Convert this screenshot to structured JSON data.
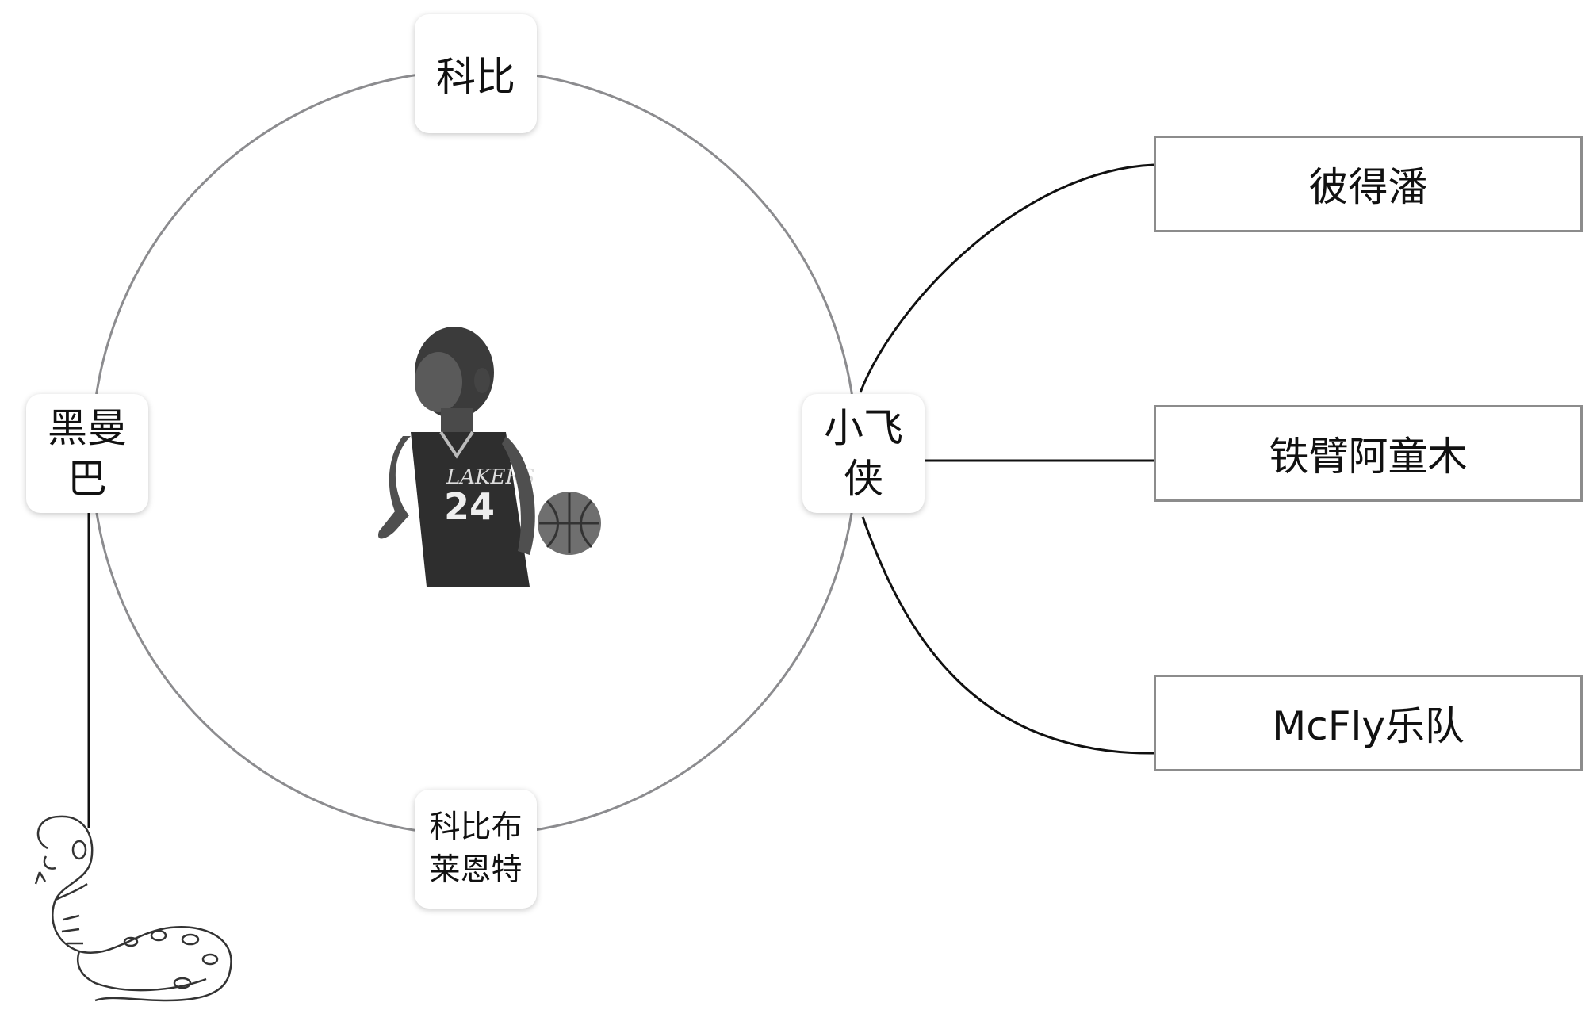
{
  "nodes": {
    "top": "科比",
    "left": "黑曼巴",
    "right": "小飞侠",
    "bottom": "科比布莱恩特"
  },
  "branches": [
    "彼得潘",
    "铁臂阿童木",
    "McFly乐队"
  ],
  "images": {
    "center": "basketball-player-illustration",
    "snake": "snake-illustration"
  },
  "colors": {
    "circle": "#8c8c8f",
    "connector": "#111111",
    "box_border": "#8c8c8c"
  }
}
